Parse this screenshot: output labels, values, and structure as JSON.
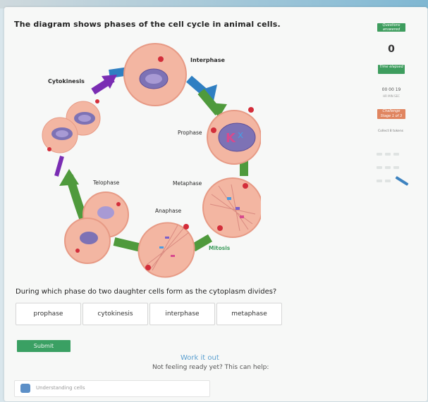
{
  "prompt": "The diagram shows phases of the cell cycle in animal cells.",
  "diagram": {
    "labels": {
      "interphase": "Interphase",
      "cytokinesis": "Cytokinesis",
      "prophase": "Prophase",
      "telophase": "Telophase",
      "metaphase": "Metaphase",
      "anaphase": "Anaphase",
      "mitosis": "Mitosis"
    }
  },
  "question": "During which phase do two daughter cells form as the cytoplasm divides?",
  "choices": [
    "prophase",
    "cytokinesis",
    "interphase",
    "metaphase"
  ],
  "submit_label": "Submit",
  "work_link": "Work it out",
  "help_text": "Not feeling ready yet? This can help:",
  "help_item": "Understanding cells",
  "side_panel": {
    "questions_label": "Questions answered",
    "questions_count": "0",
    "time_label": "Time elapsed",
    "time_value": "00 00 19",
    "time_units": "HR MIN SEC",
    "challenge_label": "Challenge Stage 1 of 3",
    "collect_label": "Collect 8 tokens"
  },
  "colors": {
    "accent_green": "#3e9d5e",
    "challenge_orange": "#e08560",
    "link_blue": "#5a9fd0"
  }
}
